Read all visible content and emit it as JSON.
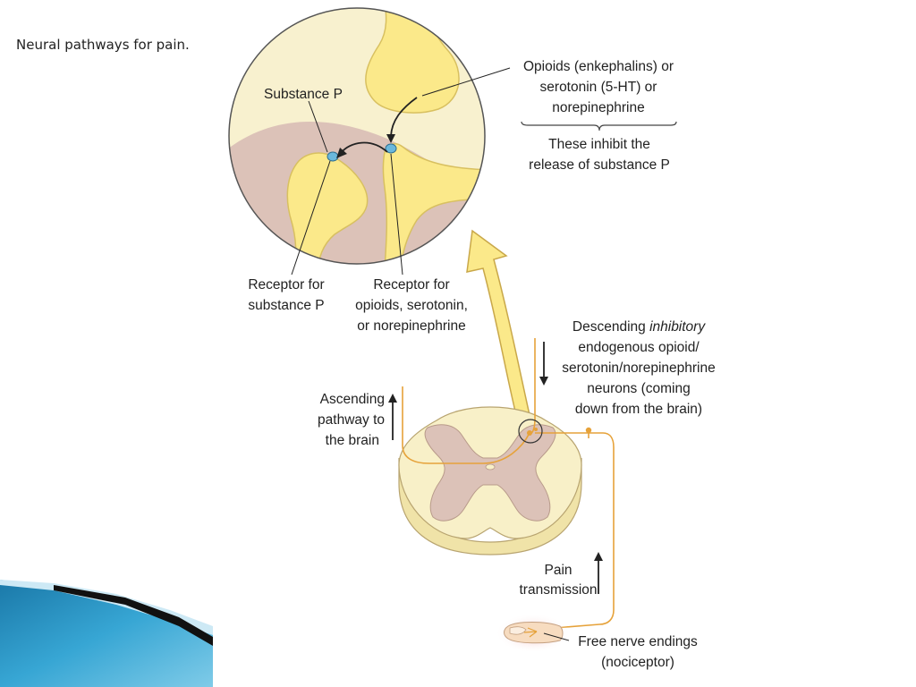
{
  "slide": {
    "title": "Neural pathways for pain.",
    "colors": {
      "neuron_yellow": "#fbe98a",
      "tissue_pink": "#dcc2b8",
      "circle_bg": "#f8f1cf",
      "nerve_orange": "#e6a23a",
      "receptor_blue": "#6ab8dc",
      "band_blue": "#2f9ac8"
    }
  },
  "diagram": {
    "labels": {
      "substance_p": "Substance P",
      "opioids_line1": "Opioids (enkephalins) or",
      "opioids_line2": "serotonin (5-HT) or",
      "opioids_line3": "norepinephrine",
      "inhibit_line1": "These inhibit the",
      "inhibit_line2": "release of substance P",
      "receptor_sp_line1": "Receptor for",
      "receptor_sp_line2": "substance P",
      "receptor_op_line1": "Receptor for",
      "receptor_op_line2": "opioids, serotonin,",
      "receptor_op_line3": "or norepinephrine",
      "desc_line1_prefix": "Descending ",
      "desc_line1_italic": "inhibitory",
      "desc_line2": "endogenous opioid/",
      "desc_line3": "serotonin/norepinephrine",
      "desc_line4": "neurons (coming",
      "desc_line5": "down from the brain)",
      "asc_line1": "Ascending",
      "asc_line2": "pathway to",
      "asc_line3": "the brain",
      "pain_line1": "Pain",
      "pain_line2": "transmission",
      "free_line1": "Free nerve endings",
      "free_line2": "(nociceptor)"
    }
  }
}
